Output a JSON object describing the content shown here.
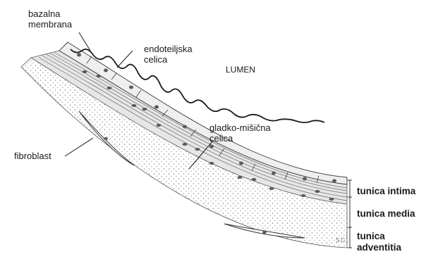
{
  "labels": {
    "basement_membrane": [
      "bazalna",
      "membrana"
    ],
    "endothelial_cell": [
      "endoteiljska",
      "celica"
    ],
    "lumen": "LUMEN",
    "smooth_muscle_cell": [
      "gladko-mišična",
      "celica"
    ],
    "fibroblast": "fibroblast",
    "tunica_intima": "tunica intima",
    "tunica_media": "tunica media",
    "tunica_adventitia": [
      "tunica",
      "adventitia"
    ],
    "signature": "S.C."
  },
  "colors": {
    "outline": "#3a3a3a",
    "cell_fill": "#e4e4e4",
    "endothelium_fill": "#efefef",
    "nucleus": "#5a5a5a",
    "membrane": "#1a1a1a",
    "adventitia_dots": "#8a8a8a",
    "label_text": "#1a1a1a"
  }
}
